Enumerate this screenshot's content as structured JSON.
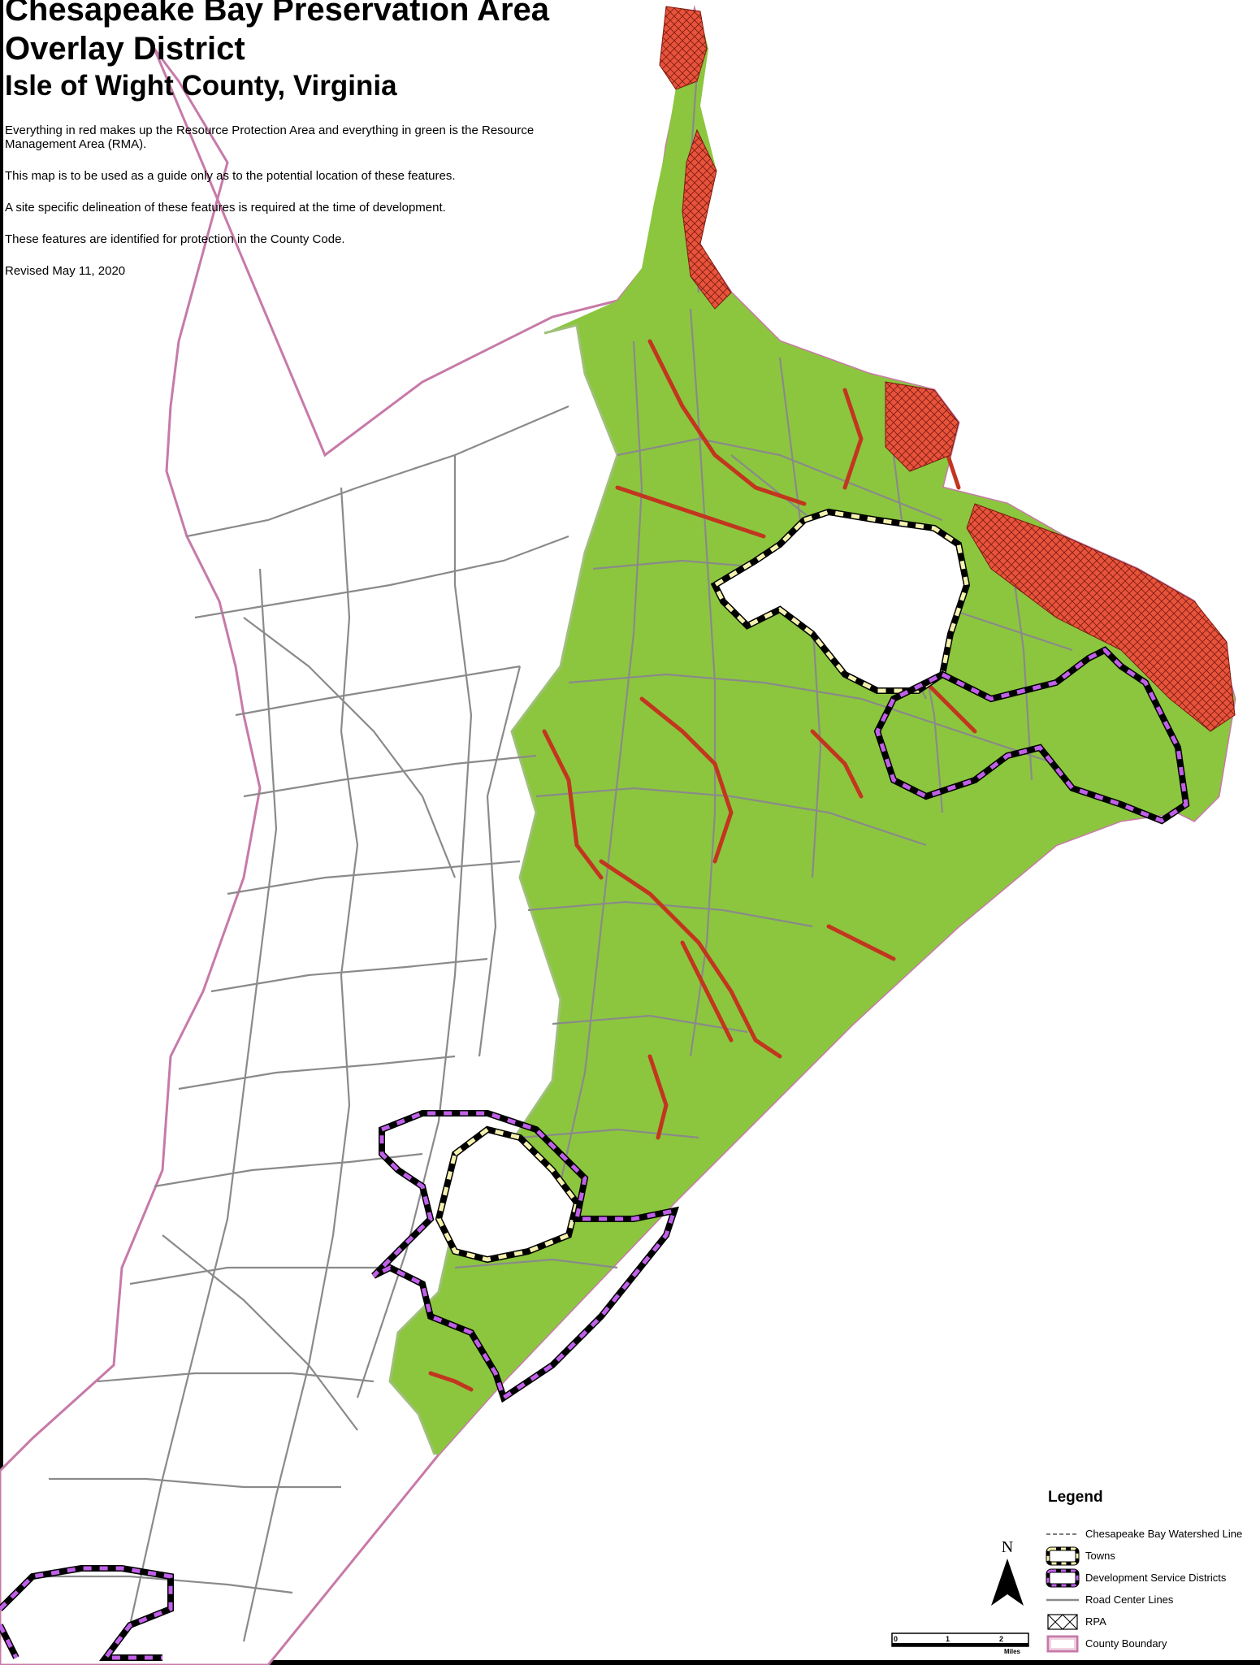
{
  "title": {
    "line1": "Chesapeake Bay Preservation Area",
    "line2": "Overlay District",
    "line3": "Isle of Wight County, Virginia"
  },
  "notes": [
    "Everything in red makes up the Resource Protection Area and everything in green is the Resource Management Area (RMA).",
    "This map is to be used as a guide only as to the potential location of these features.",
    "A site specific delineation of these features is required at the time of development.",
    "These features are identified for protection in the County Code.",
    "Revised May 11, 2020"
  ],
  "legend": {
    "title": "Legend",
    "items": [
      {
        "label": "Chesapeake Bay Watershed Line",
        "icon": "dashed-line-icon"
      },
      {
        "label": "Towns",
        "icon": "towns-boundary-icon"
      },
      {
        "label": "Development Service Districts",
        "icon": "dsd-boundary-icon"
      },
      {
        "label": "Road Center Lines",
        "icon": "road-line-icon"
      },
      {
        "label": "RPA",
        "icon": "crosshatch-icon"
      },
      {
        "label": "County Boundary",
        "icon": "county-boundary-icon"
      }
    ]
  },
  "north_arrow": {
    "label": "N"
  },
  "scale_bar": {
    "ticks": [
      "0",
      "1",
      "2"
    ],
    "unit": "Miles"
  },
  "colors": {
    "rma_green": "#8cc63f",
    "rpa_red": "#e8533b",
    "road_gray": "#8a8a8a",
    "county_boundary": "#c77aa8",
    "dsd_purple": "#c060e8",
    "town_yellow": "#f5f2b0"
  }
}
